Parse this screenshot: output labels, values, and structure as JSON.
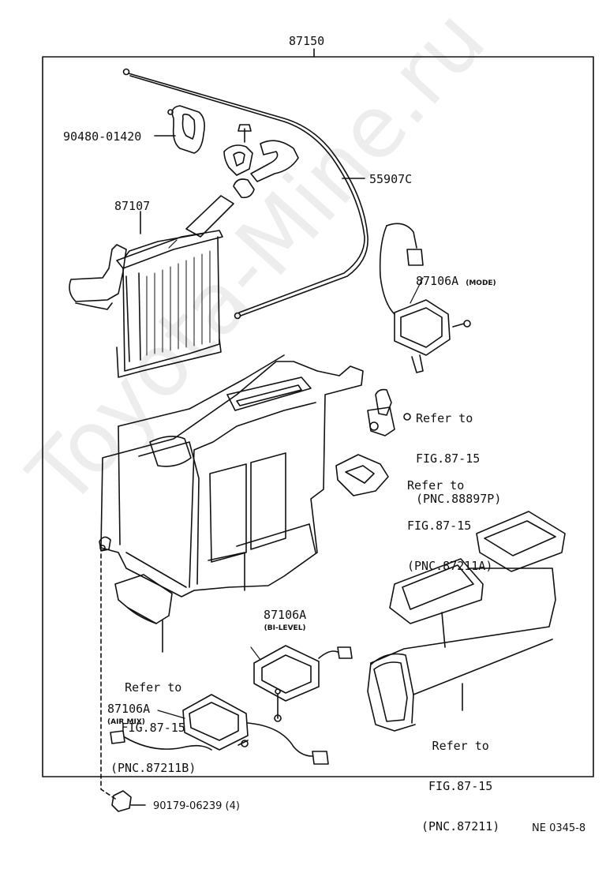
{
  "labels": {
    "assembly": "87150",
    "grommet": "90480-01420",
    "cable": "55907C",
    "heater_core": "87107",
    "servo_mode_num": "87106A",
    "servo_mode_sub": "(MODE)",
    "ref_88897p": {
      "l1": "Refer to",
      "l2": "FIG.87-15",
      "l3": "(PNC.88897P)"
    },
    "ref_87211a": {
      "l1": "Refer to",
      "l2": "FIG.87-15",
      "l3": "(PNC.87211A)"
    },
    "servo_bilevel_num": "87106A",
    "servo_bilevel_sub": "(BI-LEVEL)",
    "ref_87211b": {
      "l1": "Refer to",
      "l2": "FIG.87-15",
      "l3": "(PNC.87211B)"
    },
    "servo_airmix_num": "87106A",
    "servo_airmix_sub": "(AIR MIX)",
    "ref_87211": {
      "l1": "Refer to",
      "l2": "FIG.87-15",
      "l3": "(PNC.87211)"
    },
    "clip": "90179-06239 (4)",
    "figure_code": "NE 0345-8"
  },
  "watermark": "Toyota-Mine.ru"
}
